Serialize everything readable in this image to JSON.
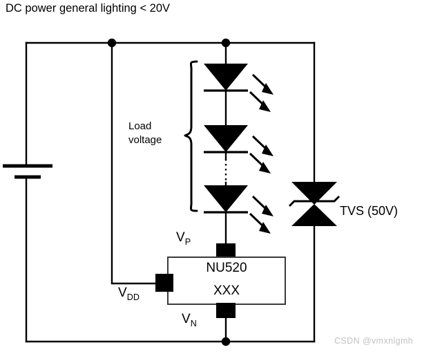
{
  "title": "DC power general lighting < 20V",
  "annotations": {
    "load_voltage": "Load\nvoltage",
    "load_voltage_line1": "Load",
    "load_voltage_line2": "voltage",
    "tvs_label": "TVS (50V)"
  },
  "chip": {
    "name": "NU520",
    "sub": "XXX",
    "pins": [
      {
        "id": "vp",
        "label_main": "V",
        "label_sub": "P",
        "position": "top"
      },
      {
        "id": "vdd",
        "label_main": "V",
        "label_sub": "DD",
        "position": "left"
      },
      {
        "id": "vn",
        "label_main": "V",
        "label_sub": "N",
        "position": "bottom"
      }
    ]
  },
  "components": {
    "battery": {
      "name": "dc-source",
      "plates": 2
    },
    "led_count_visible": 3,
    "led_series_continues": true,
    "tvs": {
      "type": "bidirectional-tvs",
      "voltage": "50V"
    }
  },
  "colors": {
    "wire": "#000000",
    "fill": "#000000",
    "chip_border": "#3a3a3a",
    "background": "#ffffff",
    "watermark": "#c2c2c2"
  },
  "watermark": "CSDN @vmxnlgmh"
}
